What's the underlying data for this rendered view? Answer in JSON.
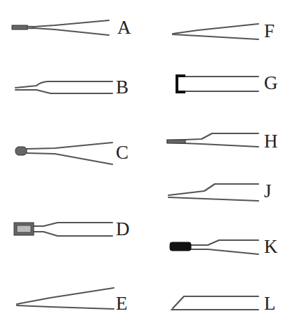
{
  "diagram": {
    "labels": [
      "A",
      "F",
      "B",
      "G",
      "C",
      "H",
      "D",
      "J",
      "E",
      "K",
      "L"
    ]
  }
}
